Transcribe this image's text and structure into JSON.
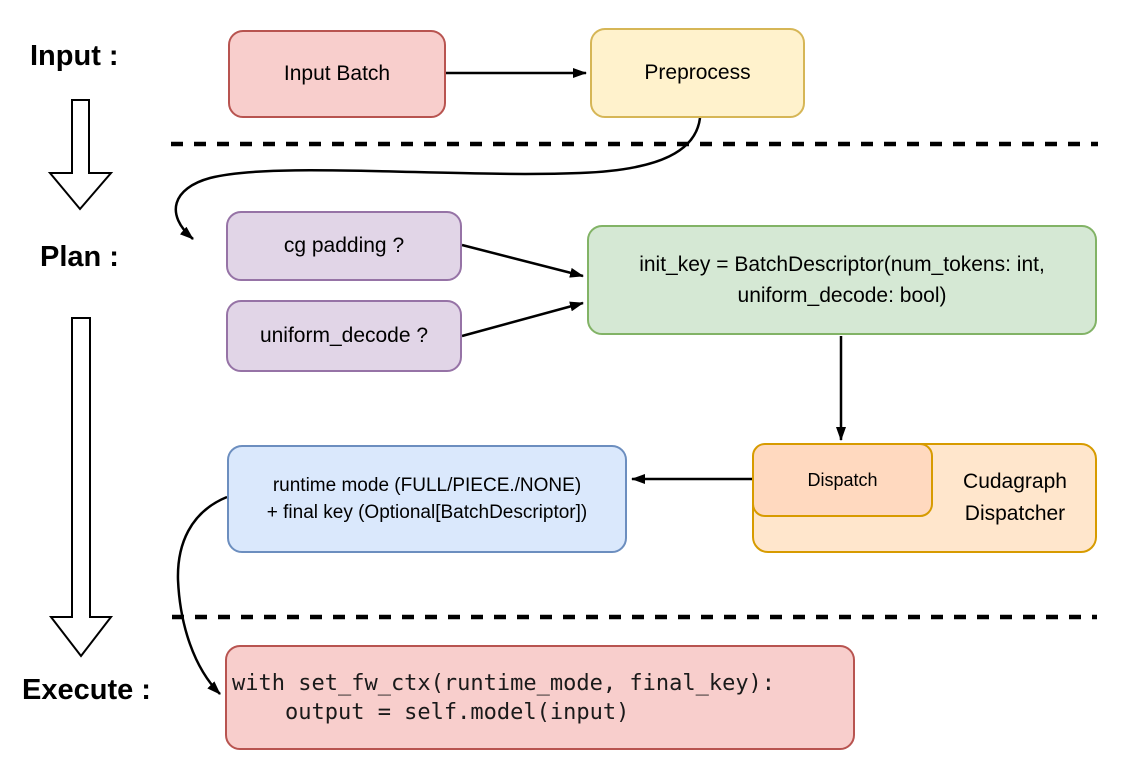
{
  "stage_labels": {
    "input": "Input :",
    "plan": "Plan :",
    "execute": "Execute :"
  },
  "nodes": {
    "input_batch": {
      "label": "Input Batch",
      "fill": "#F8CECC",
      "stroke": "#B85450"
    },
    "preprocess": {
      "label": "Preprocess",
      "fill": "#FFF2CC",
      "stroke": "#D6B656"
    },
    "cg_padding": {
      "label": "cg padding ?",
      "fill": "#E1D5E7",
      "stroke": "#9673A6"
    },
    "uniform_decode": {
      "label": "uniform_decode ?",
      "fill": "#E1D5E7",
      "stroke": "#9673A6"
    },
    "init_key": {
      "line1": "init_key = BatchDescriptor(num_tokens: int,",
      "line2": "uniform_decode: bool)",
      "fill": "#D5E8D4",
      "stroke": "#82B366"
    },
    "runtime_mode": {
      "line1": "runtime mode (FULL/PIECE./NONE)",
      "line2": "+ final key (Optional[BatchDescriptor])",
      "fill": "#DAE8FC",
      "stroke": "#6C8EBF"
    },
    "dispatch": {
      "label": "Dispatch",
      "fill": "#FFD9BF",
      "stroke": "#D79B00"
    },
    "cudagraph_dispatcher": {
      "line1": "Cudagraph",
      "line2": "Dispatcher",
      "fill": "#FFE6CC",
      "stroke": "#D79B00"
    },
    "execute_code": {
      "line1": "with set_fw_ctx(runtime_mode, final_key):",
      "line2": "    output = self.model(input)",
      "fill": "#F8CECC",
      "stroke": "#B85450"
    }
  },
  "connector_color": "#000000",
  "divider_color": "#000000"
}
